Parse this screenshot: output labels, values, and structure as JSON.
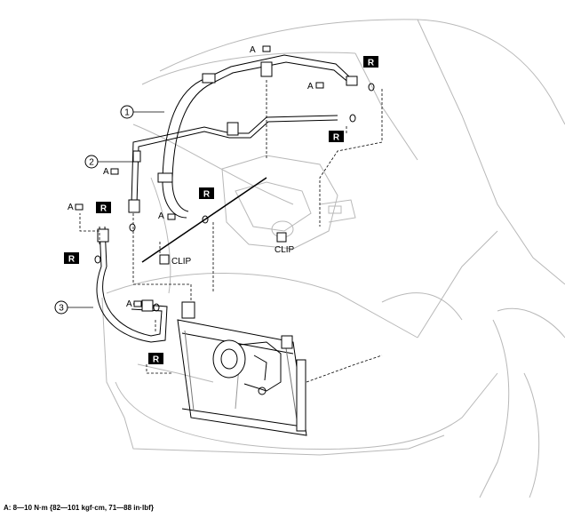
{
  "labels": {
    "r": "R",
    "a": "A",
    "clip": "CLIP"
  },
  "callouts": [
    "1",
    "2",
    "3"
  ],
  "torque_note": "A: 8—10 N·m {82—101 kgf·cm, 71—88 in·lbf}",
  "colors": {
    "line": "#000000",
    "ghost": "#b8b8b8",
    "badge": "#000000",
    "background": "#ffffff"
  }
}
